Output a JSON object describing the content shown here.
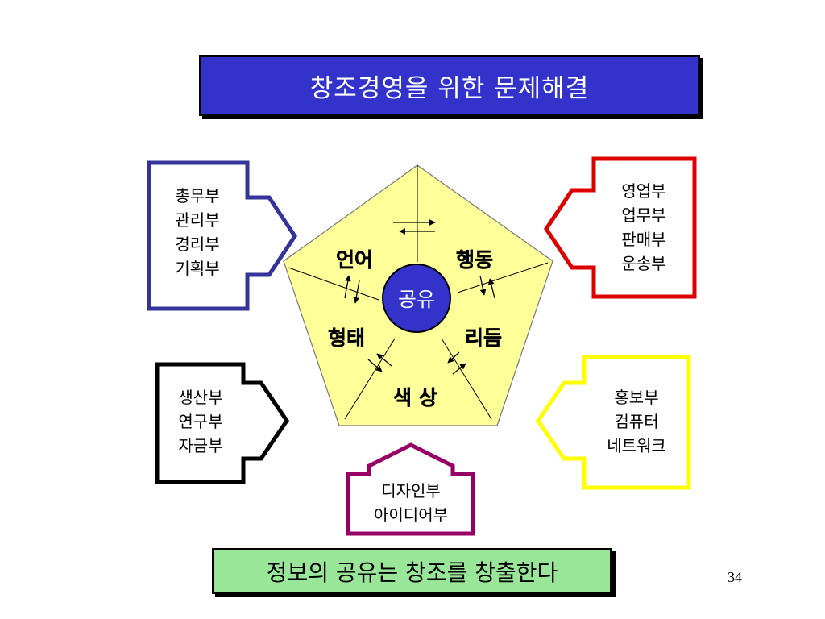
{
  "title": "창조경영을 위한  문제해결",
  "center": "공유",
  "axes": {
    "language": "언어",
    "action": "행동",
    "form": "형태",
    "rhythm": "리듬",
    "color": "색 상"
  },
  "departments": {
    "top_left": "총무부\n관리부\n경리부\n기획부",
    "top_right": "영업부\n업무부\n판매부\n운송부",
    "bottom_left": "생산부\n연구부\n자금부",
    "bottom_right": "홍보부\n컴퓨터\n네트워크",
    "bottom": "디자인부\n아이디어부"
  },
  "footer": "정보의 공유는 창조를 창출한다",
  "page_number": "34",
  "colors": {
    "title_bg": "#3333cc",
    "pentagon_fill": "#ffff99",
    "center_fill": "#3333cc",
    "arrow_top_left": "#33339a",
    "arrow_top_right": "#dd0000",
    "arrow_bottom_left": "#000000",
    "arrow_bottom_right": "#ffff00",
    "arrow_bottom": "#990066",
    "footer_bg": "#99e699"
  }
}
